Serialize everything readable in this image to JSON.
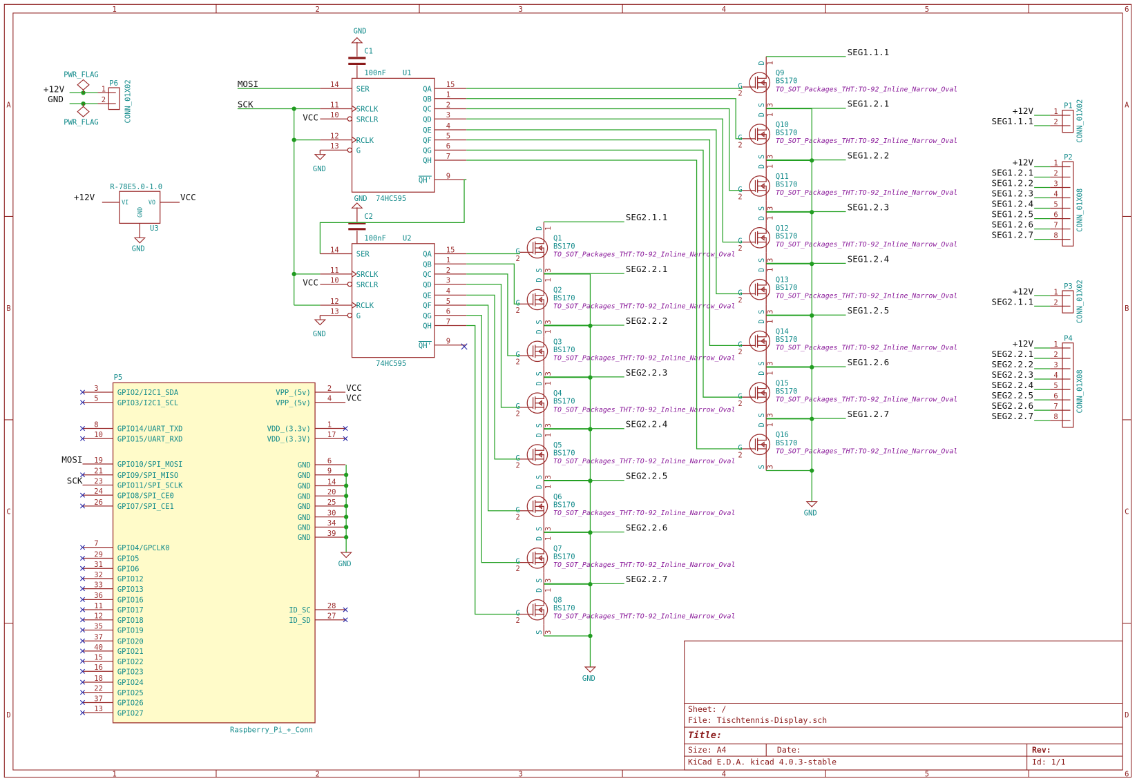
{
  "sheet": {
    "columns": [
      "1",
      "2",
      "3",
      "4",
      "5",
      "6"
    ],
    "rows": [
      "A",
      "B",
      "C",
      "D"
    ]
  },
  "title_block": {
    "sheet": "Sheet: /",
    "file": "File: Tischtennis-Display.sch",
    "title": "Title:",
    "size": "Size: A4",
    "date": "Date:",
    "rev": "Rev:",
    "tool": "KiCad E.D.A.  kicad 4.0.3-stable",
    "id": "Id: 1/1"
  },
  "power_conn": {
    "ref": "P6",
    "value": "CONN_01X02",
    "flag_top": "PWR_FLAG",
    "flag_bottom": "PWR_FLAG",
    "net_1": "+12V",
    "net_2": "GND",
    "pins": [
      "1",
      "2"
    ]
  },
  "regulator": {
    "ref": "U3",
    "value": "R-78E5.0-1.0",
    "pin_vi": "VI",
    "pin_vo": "VO",
    "pin_gnd": "GND",
    "net_in": "+12V",
    "net_out": "VCC",
    "gnd_label": "GND"
  },
  "shift_registers": [
    {
      "ref": "U1",
      "value": "74HC595",
      "cap_ref": "C1",
      "cap_value": "100nF",
      "cap_gnd": "GND",
      "body_gnd": "GND",
      "g_gnd": "GND",
      "vcc": "VCC",
      "ser_net": "MOSI",
      "clk_net": "SCK",
      "left_pins": [
        {
          "num": "14",
          "name": "SER"
        },
        {
          "num": "11",
          "name": "SRCLK"
        },
        {
          "num": "10",
          "name": "SRCLR"
        },
        {
          "num": "12",
          "name": "RCLK"
        },
        {
          "num": "13",
          "name": "G"
        }
      ],
      "right_pins": [
        {
          "num": "15",
          "name": "QA"
        },
        {
          "num": "1",
          "name": "QB"
        },
        {
          "num": "2",
          "name": "QC"
        },
        {
          "num": "3",
          "name": "QD"
        },
        {
          "num": "4",
          "name": "QE"
        },
        {
          "num": "5",
          "name": "QF"
        },
        {
          "num": "6",
          "name": "QG"
        },
        {
          "num": "7",
          "name": "QH"
        },
        {
          "num": "9",
          "name": "QH'"
        }
      ]
    },
    {
      "ref": "U2",
      "value": "74HC595",
      "cap_ref": "C2",
      "cap_value": "100nF",
      "g_gnd": "GND",
      "vcc": "VCC",
      "left_pins": [
        {
          "num": "14",
          "name": "SER"
        },
        {
          "num": "11",
          "name": "SRCLK"
        },
        {
          "num": "10",
          "name": "SRCLR"
        },
        {
          "num": "12",
          "name": "RCLK"
        },
        {
          "num": "13",
          "name": "G"
        }
      ],
      "right_pins": [
        {
          "num": "15",
          "name": "QA"
        },
        {
          "num": "1",
          "name": "QB"
        },
        {
          "num": "2",
          "name": "QC"
        },
        {
          "num": "3",
          "name": "QD"
        },
        {
          "num": "4",
          "name": "QE"
        },
        {
          "num": "5",
          "name": "QF"
        },
        {
          "num": "6",
          "name": "QG"
        },
        {
          "num": "7",
          "name": "QH"
        },
        {
          "num": "9",
          "name": "QH'"
        }
      ]
    }
  ],
  "mosfet_common": {
    "value": "BS170",
    "footprint": "TO_SOT_Packages_THT:TO-92_Inline_Narrow_Oval",
    "pin_d": "D",
    "pin_g": "G",
    "pin_s": "S",
    "num_d": "1",
    "num_g": "2",
    "num_s": "3"
  },
  "mosfets_col1": [
    {
      "ref": "Q1",
      "net": "SEG2.1.1"
    },
    {
      "ref": "Q2",
      "net": "SEG2.2.1"
    },
    {
      "ref": "Q3",
      "net": "SEG2.2.2"
    },
    {
      "ref": "Q4",
      "net": "SEG2.2.3"
    },
    {
      "ref": "Q5",
      "net": "SEG2.2.4"
    },
    {
      "ref": "Q6",
      "net": "SEG2.2.5"
    },
    {
      "ref": "Q7",
      "net": "SEG2.2.6"
    },
    {
      "ref": "Q8",
      "net": "SEG2.2.7"
    }
  ],
  "mosfets_col2": [
    {
      "ref": "Q9",
      "net": "SEG1.1.1"
    },
    {
      "ref": "Q10",
      "net": "SEG1.2.1"
    },
    {
      "ref": "Q11",
      "net": "SEG1.2.2"
    },
    {
      "ref": "Q12",
      "net": "SEG1.2.3"
    },
    {
      "ref": "Q13",
      "net": "SEG1.2.4"
    },
    {
      "ref": "Q14",
      "net": "SEG1.2.5"
    },
    {
      "ref": "Q15",
      "net": "SEG1.2.6"
    },
    {
      "ref": "Q16",
      "net": "SEG1.2.7"
    }
  ],
  "gnd_col1": "GND",
  "gnd_col2": "GND",
  "connectors": [
    {
      "ref": "P1",
      "value": "CONN_01X02",
      "nets": [
        "+12V",
        "SEG1.1.1"
      ]
    },
    {
      "ref": "P2",
      "value": "CONN_01X08",
      "nets": [
        "+12V",
        "SEG1.2.1",
        "SEG1.2.2",
        "SEG1.2.3",
        "SEG1.2.4",
        "SEG1.2.5",
        "SEG1.2.6",
        "SEG1.2.7"
      ]
    },
    {
      "ref": "P3",
      "value": "CONN_01X02",
      "nets": [
        "+12V",
        "SEG2.1.1"
      ]
    },
    {
      "ref": "P4",
      "value": "CONN_01X08",
      "nets": [
        "+12V",
        "SEG2.2.1",
        "SEG2.2.2",
        "SEG2.2.3",
        "SEG2.2.4",
        "SEG2.2.5",
        "SEG2.2.6",
        "SEG2.2.7"
      ]
    }
  ],
  "rpi": {
    "ref": "P5",
    "value": "Raspberry_Pi_+_Conn",
    "gnd_label": "GND",
    "left_pins": [
      {
        "num": "3",
        "name": "GPIO2/I2C1_SDA",
        "net": "",
        "nc": true
      },
      {
        "num": "5",
        "name": "GPIO3/I2C1_SCL",
        "net": "",
        "nc": true
      },
      {
        "num": "8",
        "name": "GPIO14/UART_TXD",
        "net": "",
        "nc": true
      },
      {
        "num": "10",
        "name": "GPIO15/UART_RXD",
        "net": "",
        "nc": true
      },
      {
        "num": "19",
        "name": "GPIO10/SPI_MOSI",
        "net": "MOSI",
        "nc": false
      },
      {
        "num": "21",
        "name": "GPIO9/SPI_MISO",
        "net": "",
        "nc": true
      },
      {
        "num": "23",
        "name": "GPIO11/SPI_SCLK",
        "net": "SCK",
        "nc": false
      },
      {
        "num": "24",
        "name": "GPIO8/SPI_CE0",
        "net": "",
        "nc": true
      },
      {
        "num": "26",
        "name": "GPIO7/SPI_CE1",
        "net": "",
        "nc": true
      },
      {
        "num": "7",
        "name": "GPIO4/GPCLK0",
        "net": "",
        "nc": true
      },
      {
        "num": "29",
        "name": "GPIO5",
        "net": "",
        "nc": true
      },
      {
        "num": "31",
        "name": "GPIO6",
        "net": "",
        "nc": true
      },
      {
        "num": "32",
        "name": "GPIO12",
        "net": "",
        "nc": true
      },
      {
        "num": "33",
        "name": "GPIO13",
        "net": "",
        "nc": true
      },
      {
        "num": "36",
        "name": "GPIO16",
        "net": "",
        "nc": true
      },
      {
        "num": "11",
        "name": "GPIO17",
        "net": "",
        "nc": true
      },
      {
        "num": "12",
        "name": "GPIO18",
        "net": "",
        "nc": true
      },
      {
        "num": "35",
        "name": "GPIO19",
        "net": "",
        "nc": true
      },
      {
        "num": "37",
        "name": "GPIO20",
        "net": "",
        "nc": true
      },
      {
        "num": "40",
        "name": "GPIO21",
        "net": "",
        "nc": true
      },
      {
        "num": "15",
        "name": "GPIO22",
        "net": "",
        "nc": true
      },
      {
        "num": "16",
        "name": "GPIO23",
        "net": "",
        "nc": true
      },
      {
        "num": "18",
        "name": "GPIO24",
        "net": "",
        "nc": true
      },
      {
        "num": "22",
        "name": "GPIO25",
        "net": "",
        "nc": true
      },
      {
        "num": "37",
        "name": "GPIO26",
        "net": "",
        "nc": true
      },
      {
        "num": "13",
        "name": "GPIO27",
        "net": "",
        "nc": true
      }
    ],
    "right_pins": [
      {
        "num": "2",
        "name": "VPP_(5v)",
        "net": "VCC",
        "nc": false
      },
      {
        "num": "4",
        "name": "VPP_(5v)",
        "net": "VCC",
        "nc": false
      },
      {
        "num": "1",
        "name": "VDD_(3.3v)",
        "net": "",
        "nc": true
      },
      {
        "num": "17",
        "name": "VDD_(3.3V)",
        "net": "",
        "nc": true
      },
      {
        "num": "6",
        "name": "GND",
        "net": "GND",
        "nc": false
      },
      {
        "num": "9",
        "name": "GND",
        "net": "GND",
        "nc": false
      },
      {
        "num": "14",
        "name": "GND",
        "net": "GND",
        "nc": false
      },
      {
        "num": "20",
        "name": "GND",
        "net": "GND",
        "nc": false
      },
      {
        "num": "25",
        "name": "GND",
        "net": "GND",
        "nc": false
      },
      {
        "num": "30",
        "name": "GND",
        "net": "GND",
        "nc": false
      },
      {
        "num": "34",
        "name": "GND",
        "net": "GND",
        "nc": false
      },
      {
        "num": "39",
        "name": "GND",
        "net": "GND",
        "nc": false
      },
      {
        "num": "28",
        "name": "ID_SC",
        "net": "",
        "nc": true
      },
      {
        "num": "27",
        "name": "ID_SD",
        "net": "",
        "nc": true
      }
    ]
  }
}
